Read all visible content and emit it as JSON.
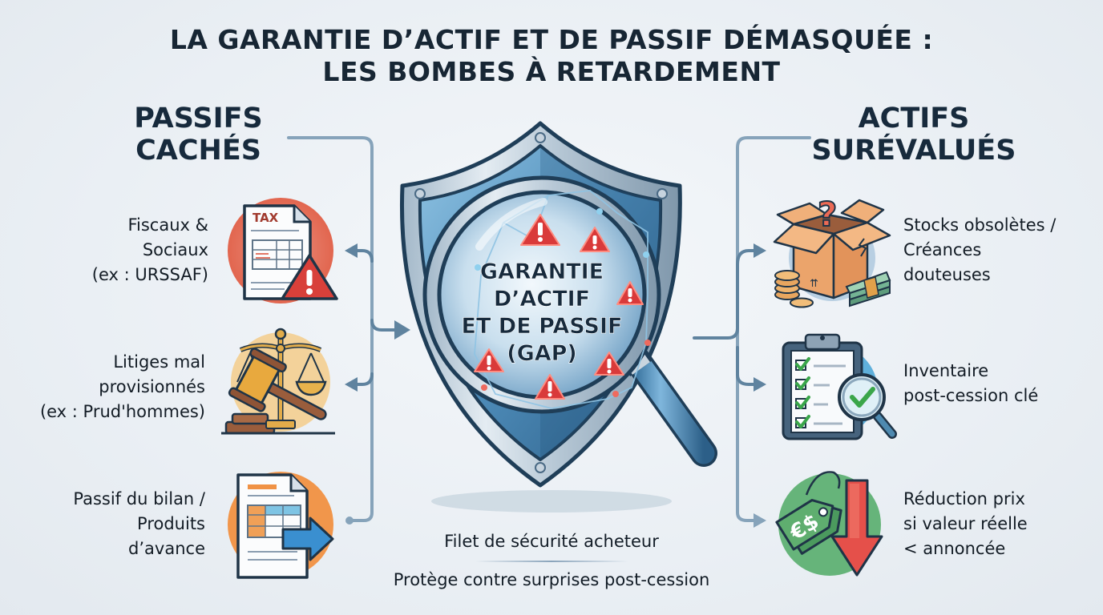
{
  "title": {
    "line1": "LA GARANTIE D’ACTIF ET DE PASSIF DÉMASQUÉE :",
    "line2": "LES BOMBES À RETARDEMENT"
  },
  "left_section": {
    "heading_line1": "PASSIFS",
    "heading_line2": "CACHÉS",
    "items": [
      {
        "lines": [
          "Fiscaux &",
          "Sociaux",
          "(ex : URSSAF)"
        ],
        "icon": "tax-document-warning-icon",
        "icon_text": "TAX",
        "circle_color": "#e0624f"
      },
      {
        "lines": [
          "Litiges mal",
          "provisionnés",
          "(ex : Prud'hommes)"
        ],
        "icon": "gavel-scales-icon",
        "circle_color": "#f2cf8f"
      },
      {
        "lines": [
          "Passif du bilan /",
          "Produits",
          "d’avance"
        ],
        "icon": "balance-sheet-arrow-icon",
        "circle_color": "#f0954a"
      }
    ]
  },
  "right_section": {
    "heading_line1": "ACTIFS",
    "heading_line2": "SURÉVALUÉS",
    "items": [
      {
        "lines": [
          "Stocks obsolètes /",
          "Créances",
          "douteuses"
        ],
        "icon": "open-box-question-icon",
        "circle_color": "#a9c6de"
      },
      {
        "lines": [
          "Inventaire",
          "post-cession clé"
        ],
        "icon": "clipboard-magnifier-check-icon",
        "circle_color": "#5aa9d6"
      },
      {
        "lines": [
          "Réduction prix",
          "si valeur réelle",
          "< annoncée"
        ],
        "icon": "price-tag-down-arrow-icon",
        "circle_color": "#5fb073"
      }
    ]
  },
  "center": {
    "lens_text": [
      "GARANTIE",
      "D’ACTIF",
      "ET DE PASSIF",
      "(GAP)"
    ],
    "icon": "shield-magnifier-warning-icon"
  },
  "captions": {
    "line1": "Filet de sécurité acheteur",
    "line2": "Protège contre surprises post-cession"
  },
  "colors": {
    "heading": "#172a3c",
    "connector": "#7f9db5",
    "connector_dark": "#4f7491",
    "warning_red": "#d93a3a",
    "shield_blue": "#3f7fad"
  }
}
